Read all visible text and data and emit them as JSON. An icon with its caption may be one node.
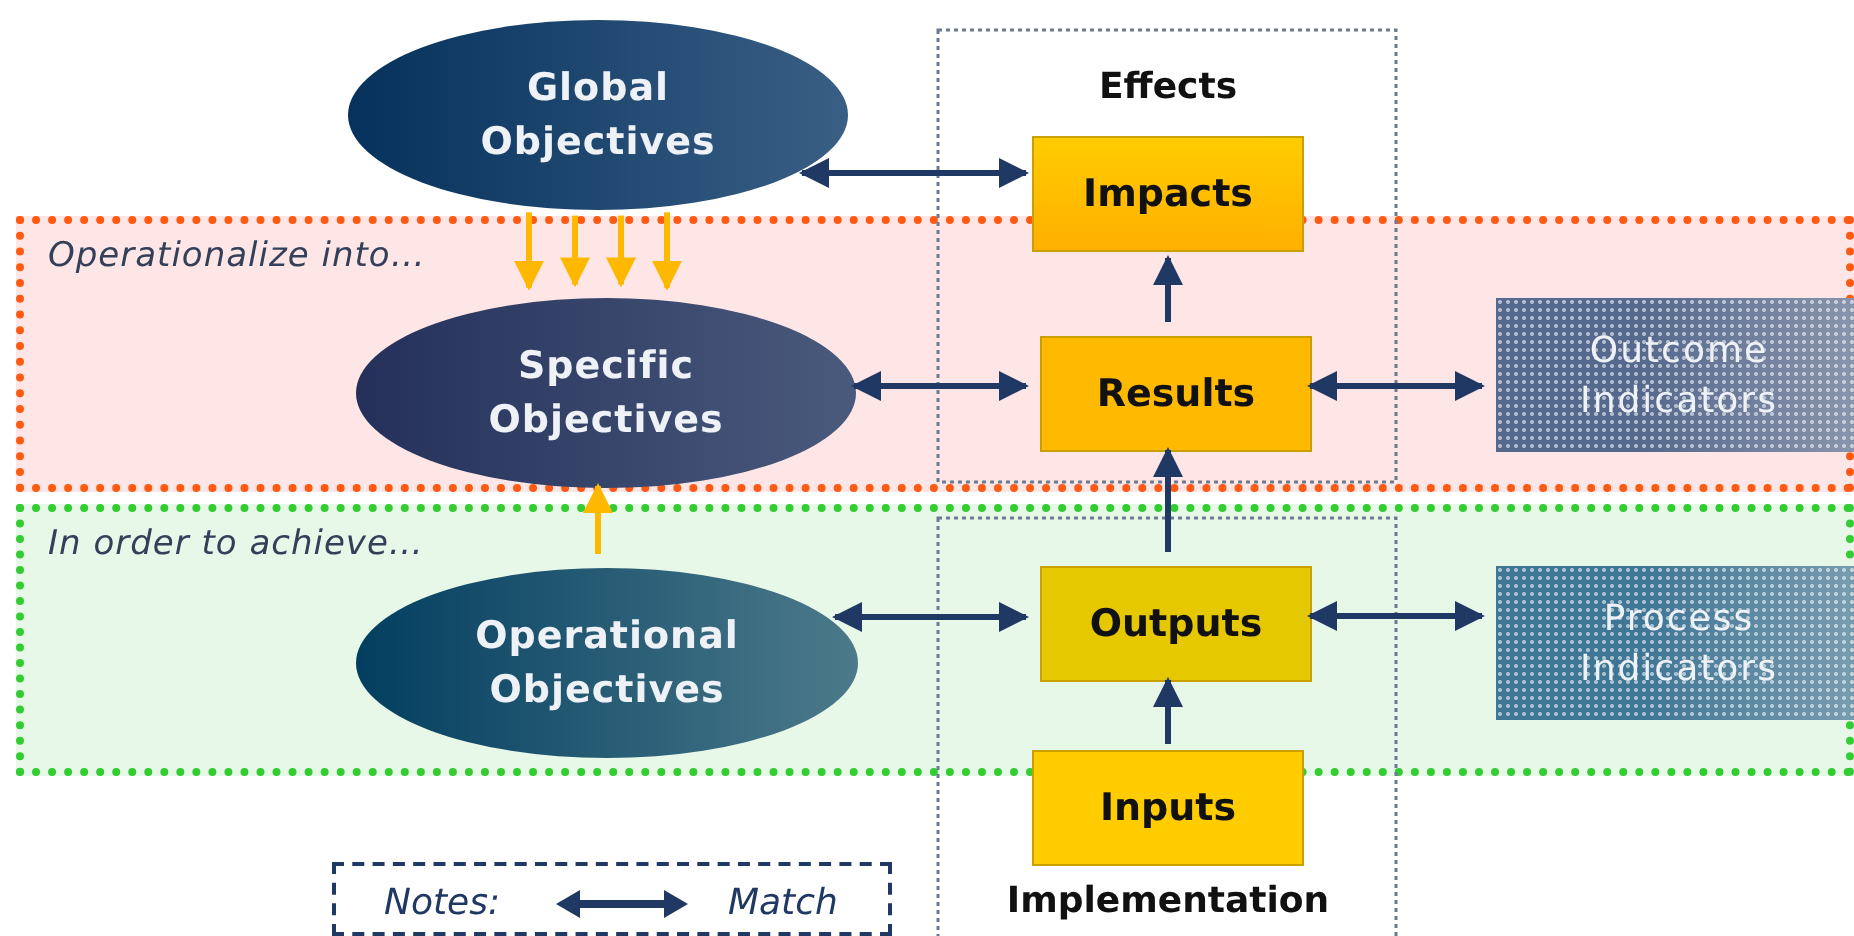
{
  "diagram": {
    "nodes": [
      {
        "text": [
          "Global Objectives"
        ]
      },
      {
        "text": [
          "Impacts"
        ]
      },
      {
        "text": [
          "Operationalize into…"
        ]
      },
      {
        "text": [
          "Specific Objectives"
        ],
        "in": 2
      },
      {
        "text": [
          "Results"
        ],
        "in": 2
      },
      {
        "text": [
          "Outcome Indicators"
        ],
        "in": 2
      },
      {
        "text": [
          "In order to achieve…"
        ]
      },
      {
        "text": [
          "Operational Objectives"
        ],
        "in": 6
      },
      {
        "text": [
          "Outputs"
        ],
        "in": 6
      },
      {
        "text": [
          "Process Indicators"
        ],
        "in": 6
      },
      {
        "text": [
          "Inputs"
        ]
      }
    ],
    "edges": [
      {
        "from": 0,
        "to": 1,
        "arrow": "both"
      },
      {
        "from": 0,
        "to": 3,
        "arrow": "to",
        "color": "#ffb800"
      },
      {
        "from": 0,
        "to": 3,
        "arrow": "to",
        "color": "#ffb800"
      },
      {
        "from": 0,
        "to": 3,
        "arrow": "to",
        "color": "#ffb800"
      },
      {
        "from": 0,
        "to": 3,
        "arrow": "to",
        "color": "#ffb800"
      },
      {
        "from": 3,
        "to": 4,
        "arrow": "both"
      },
      {
        "from": 4,
        "to": 1,
        "arrow": "to"
      },
      {
        "from": 4,
        "to": 5,
        "arrow": "both"
      },
      {
        "from": 7,
        "to": 3,
        "arrow": "to",
        "color": "#ffb800"
      },
      {
        "from": 7,
        "to": 8,
        "arrow": "both"
      },
      {
        "from": 8,
        "to": 4,
        "arrow": "to"
      },
      {
        "from": 8,
        "to": 9,
        "arrow": "both"
      },
      {
        "from": 10,
        "to": 8,
        "arrow": "to"
      }
    ],
    "labels": [
      "Effects",
      "Implementation",
      "Notes:"
    ],
    "legend": [
      {
        "text": "Match"
      }
    ]
  }
}
